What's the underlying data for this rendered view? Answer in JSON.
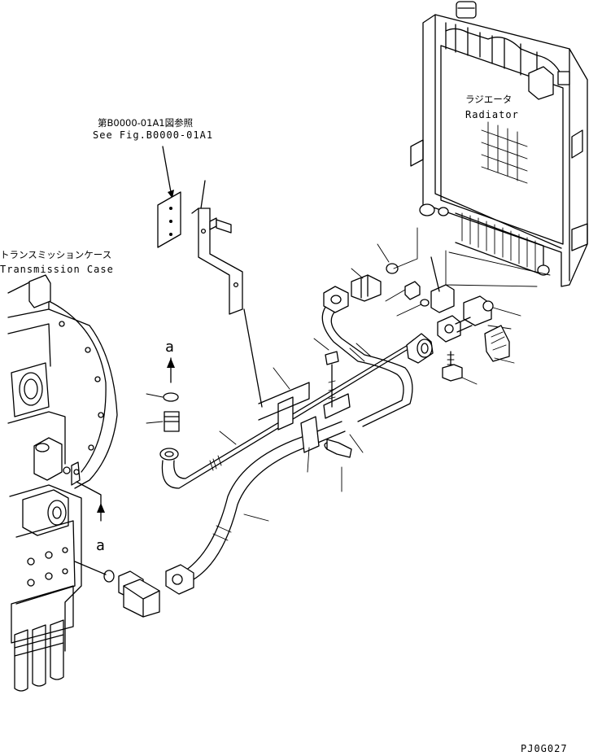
{
  "labels": {
    "radiator_jp": "ラジエータ",
    "radiator_en": "Radiator",
    "see_fig_jp": "第B0000-01A1図参照",
    "see_fig_en": "See Fig.B0000-01A1",
    "transmission_jp": "トランスミッションケース",
    "transmission_en": "Transmission Case",
    "view_mark_top": "a",
    "view_mark_bottom": "a",
    "figure_code": "PJ0G027"
  }
}
